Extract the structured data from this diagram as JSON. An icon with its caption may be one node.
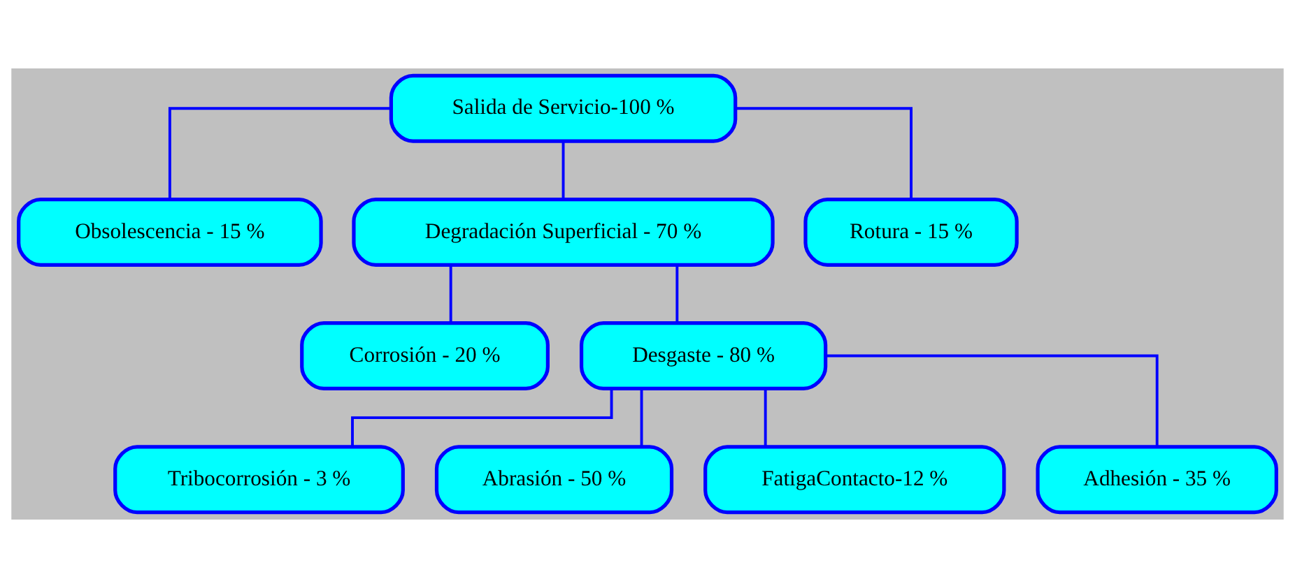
{
  "diagram": {
    "nodes": [
      {
        "text": [
          "Salida de Servicio-100 %"
        ]
      },
      {
        "text": [
          "Obsolescencia - 15 %"
        ]
      },
      {
        "text": [
          "Degradación Superficial - 70 %"
        ]
      },
      {
        "text": [
          "Rotura - 15 %"
        ]
      },
      {
        "text": [
          "Corrosión - 20 %"
        ]
      },
      {
        "text": [
          "Desgaste - 80 %"
        ]
      },
      {
        "text": [
          "Tribocorrosión - 3 %"
        ]
      },
      {
        "text": [
          "Abrasión - 50 %"
        ]
      },
      {
        "text": [
          "FatigaContacto-12 %"
        ]
      },
      {
        "text": [
          "Adhesión - 35 %"
        ]
      }
    ],
    "edges": [
      {
        "from": 0,
        "to": 1,
        "arrow": "none"
      },
      {
        "from": 0,
        "to": 2,
        "arrow": "none"
      },
      {
        "from": 0,
        "to": 3,
        "arrow": "none"
      },
      {
        "from": 2,
        "to": 4,
        "arrow": "none"
      },
      {
        "from": 2,
        "to": 5,
        "arrow": "none"
      },
      {
        "from": 5,
        "to": 6,
        "arrow": "none"
      },
      {
        "from": 5,
        "to": 7,
        "arrow": "none"
      },
      {
        "from": 5,
        "to": 8,
        "arrow": "none"
      },
      {
        "from": 5,
        "to": 9,
        "arrow": "none"
      }
    ]
  }
}
